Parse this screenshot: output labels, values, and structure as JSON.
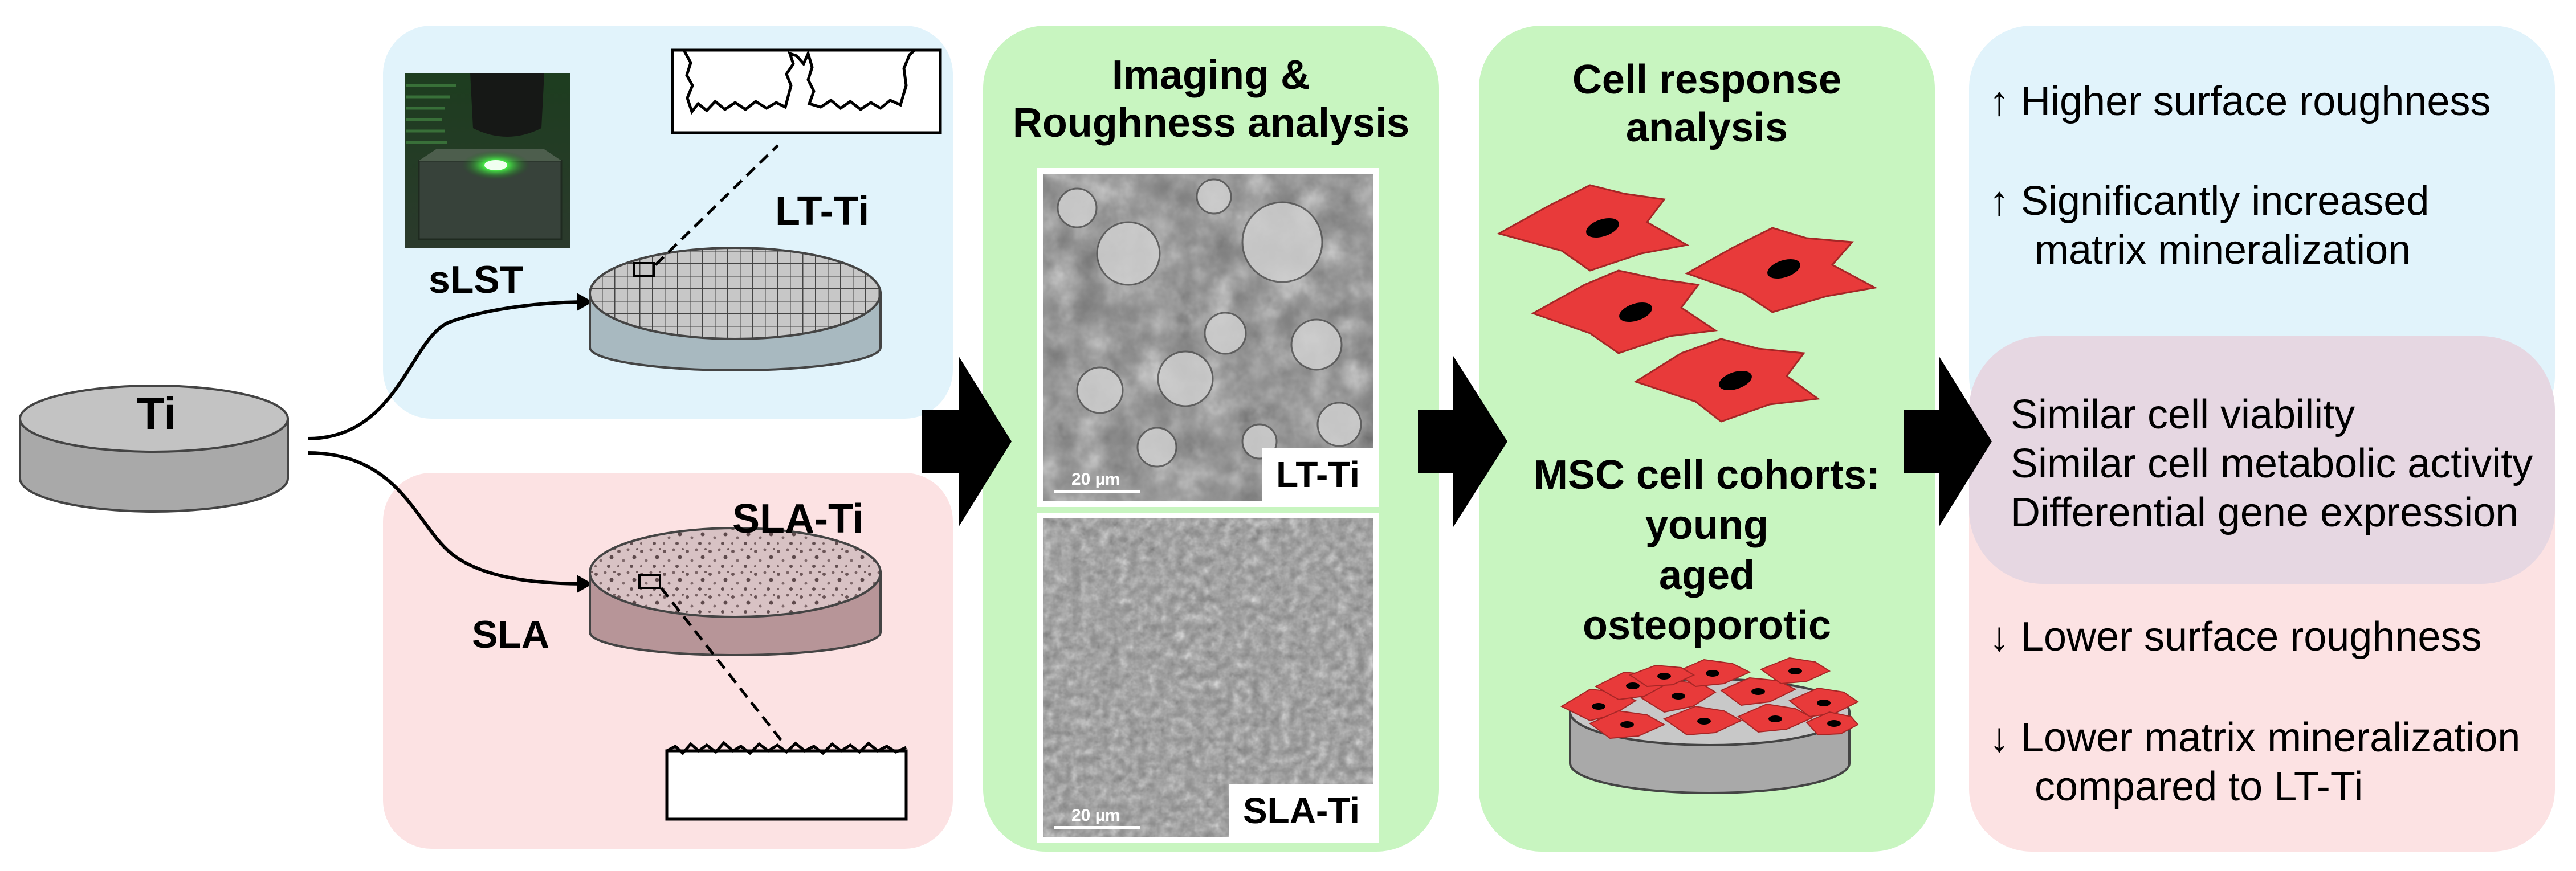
{
  "diagram": {
    "substrate_label": "Ti",
    "lt_branch": {
      "process_label": "sLST",
      "sample_label": "LT-Ti"
    },
    "sla_branch": {
      "process_label": "SLA",
      "sample_label": "SLA-Ti"
    },
    "imaging": {
      "title_line1": "Imaging &",
      "title_line2": "Roughness analysis",
      "sem_top_label": "LT-Ti",
      "sem_top_scale": "20 µm",
      "sem_bottom_label": "SLA-Ti",
      "sem_bottom_scale": "20 µm"
    },
    "cell": {
      "title_line1": "Cell response",
      "title_line2": "analysis",
      "cohorts_title": "MSC cell cohorts:",
      "cohorts": [
        "young",
        "aged",
        "osteoporotic"
      ]
    },
    "outcomes": {
      "lt": [
        {
          "arrow": "↑",
          "text": "Higher surface roughness"
        },
        {
          "arrow": "↑",
          "lines": [
            "Significantly increased",
            "matrix mineralization"
          ]
        }
      ],
      "shared": [
        "Similar cell viability",
        "Similar cell metabolic activity",
        "Differential gene expression"
      ],
      "sla": [
        {
          "arrow": "↓",
          "text": "Lower surface roughness"
        },
        {
          "arrow": "↓",
          "lines": [
            "Lower matrix mineralization",
            "compared to LT-Ti"
          ]
        }
      ]
    },
    "colors": {
      "lt_panel": "#e1f3fb",
      "sla_panel": "#fce2e3",
      "analysis_panel": "#c8f5c0",
      "shared_panel": "#e6d7e2",
      "cell_fill": "#e83a3a",
      "disc_gray": "#a9a9a9",
      "lt_disc": "#a8b9c0",
      "sla_disc": "#b79598"
    }
  }
}
